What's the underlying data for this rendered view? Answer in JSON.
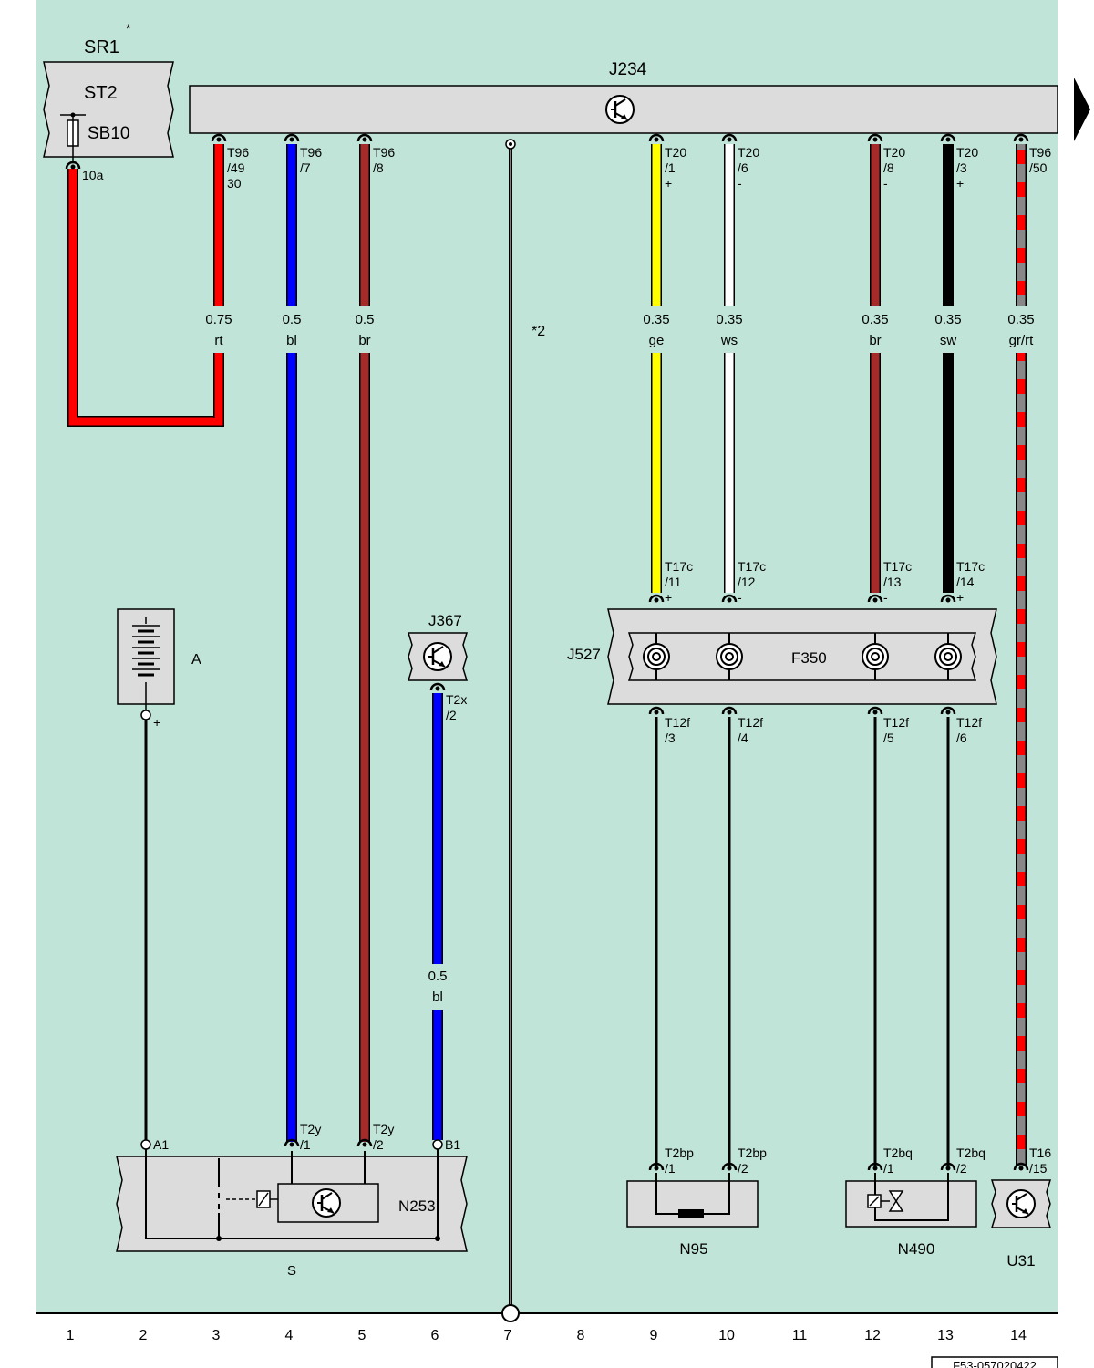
{
  "colors": {
    "background": "#c0e4d8",
    "component_fill": "#dcdcdc",
    "rt": "#ff0000",
    "bl": "#0000ff",
    "br": "#a52a2a",
    "ge": "#ffff00",
    "ws": "#ffffff",
    "sw": "#000000",
    "gr": "#888888"
  },
  "labels": {
    "sr1": "SR1",
    "asterisk": "*",
    "st2": "ST2",
    "sb10": "SB10",
    "pin_10a": "10a",
    "j234": "J234",
    "star2": "*2",
    "a": "A",
    "a_plus": "+",
    "j367": "J367",
    "t2x": "T2x",
    "t2x_pin": "/2",
    "j527": "J527",
    "f350": "F350",
    "s": "S",
    "n253": "N253",
    "a1": "A1",
    "b1": "B1",
    "t2y_1": "T2y",
    "t2y_1_pin": "/1",
    "t2y_2": "T2y",
    "t2y_2_pin": "/2",
    "n95": "N95",
    "n490": "N490",
    "u31": "U31",
    "t2bp_1": "T2bp",
    "t2bp_1_pin": "/1",
    "t2bp_2": "T2bp",
    "t2bp_2_pin": "/2",
    "t2bq_1": "T2bq",
    "t2bq_1_pin": "/1",
    "t2bq_2": "T2bq",
    "t2bq_2_pin": "/2",
    "t16": "T16",
    "t16_pin": "/15",
    "j367_wire_size": "0.5",
    "j367_wire_color": "bl",
    "ref_code": "F53-057020422"
  },
  "top_connectors": [
    {
      "name": "T96",
      "pin": "/49",
      "extra": "30",
      "size": "0.75",
      "color_code": "rt"
    },
    {
      "name": "T96",
      "pin": "/7",
      "extra": "",
      "size": "0.5",
      "color_code": "bl"
    },
    {
      "name": "T96",
      "pin": "/8",
      "extra": "",
      "size": "0.5",
      "color_code": "br"
    },
    {
      "name": "T20",
      "pin": "/1",
      "extra": "+",
      "size": "0.35",
      "color_code": "ge"
    },
    {
      "name": "T20",
      "pin": "/6",
      "extra": "-",
      "size": "0.35",
      "color_code": "ws"
    },
    {
      "name": "T20",
      "pin": "/8",
      "extra": "-",
      "size": "0.35",
      "color_code": "br"
    },
    {
      "name": "T20",
      "pin": "/3",
      "extra": "+",
      "size": "0.35",
      "color_code": "sw"
    },
    {
      "name": "T96",
      "pin": "/50",
      "extra": "",
      "size": "0.35",
      "color_code": "gr/rt"
    }
  ],
  "j527_inputs": [
    {
      "name": "T17c",
      "pin": "/11",
      "sign": "+"
    },
    {
      "name": "T17c",
      "pin": "/12",
      "sign": "-"
    },
    {
      "name": "T17c",
      "pin": "/13",
      "sign": "-"
    },
    {
      "name": "T17c",
      "pin": "/14",
      "sign": "+"
    }
  ],
  "j527_outputs": [
    {
      "name": "T12f",
      "pin": "/3"
    },
    {
      "name": "T12f",
      "pin": "/4"
    },
    {
      "name": "T12f",
      "pin": "/5"
    },
    {
      "name": "T12f",
      "pin": "/6"
    }
  ],
  "tracks": [
    "1",
    "2",
    "3",
    "4",
    "5",
    "6",
    "7",
    "8",
    "9",
    "10",
    "11",
    "12",
    "13",
    "14"
  ]
}
